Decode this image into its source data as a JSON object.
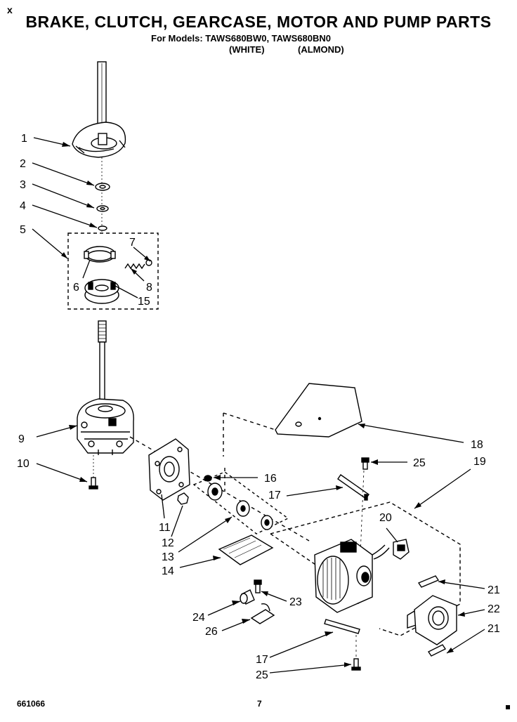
{
  "header": {
    "title": "BRAKE, CLUTCH, GEARCASE, MOTOR AND PUMP PARTS",
    "models_line": "For Models: TAWS680BW0, TAWS680BN0",
    "white": "(WHITE)",
    "almond": "(ALMOND)",
    "corner": "x"
  },
  "callouts": [
    "1",
    "2",
    "3",
    "4",
    "5",
    "6",
    "7",
    "8",
    "15",
    "9",
    "10",
    "11",
    "12",
    "13",
    "14",
    "16",
    "17",
    "18",
    "19",
    "20",
    "21",
    "22",
    "23",
    "24",
    "25",
    "26",
    "17",
    "25",
    "21"
  ],
  "footer": {
    "code": "661066",
    "page": "7"
  }
}
